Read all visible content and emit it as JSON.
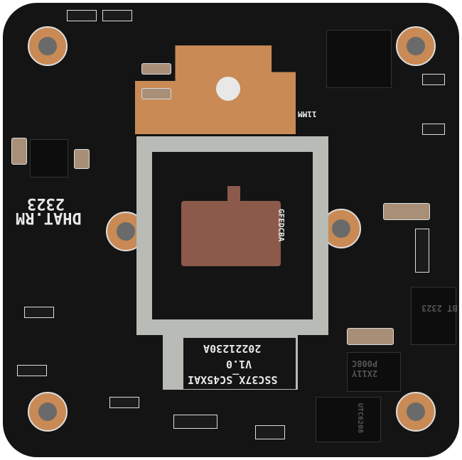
{
  "silkscreen": {
    "board_id": "DHAT.RM",
    "date_code": "2323",
    "pin_labels": "GFEDCBA",
    "build_date": "20221230A",
    "version": "V1.0",
    "model": "SSC37X_SC45XAI",
    "dimension": "11MM"
  },
  "components": {
    "diode_marking_1": "P008C",
    "diode_marking_2": "2X11Y",
    "inductor_marking_1": "BT",
    "inductor_marking_2": "2323",
    "regulator_marking": "UTC6208"
  },
  "colors": {
    "board": "#141414",
    "copper": "#c98a55",
    "silver": "#b9bbb6",
    "sensor": "#8b5a4a"
  }
}
